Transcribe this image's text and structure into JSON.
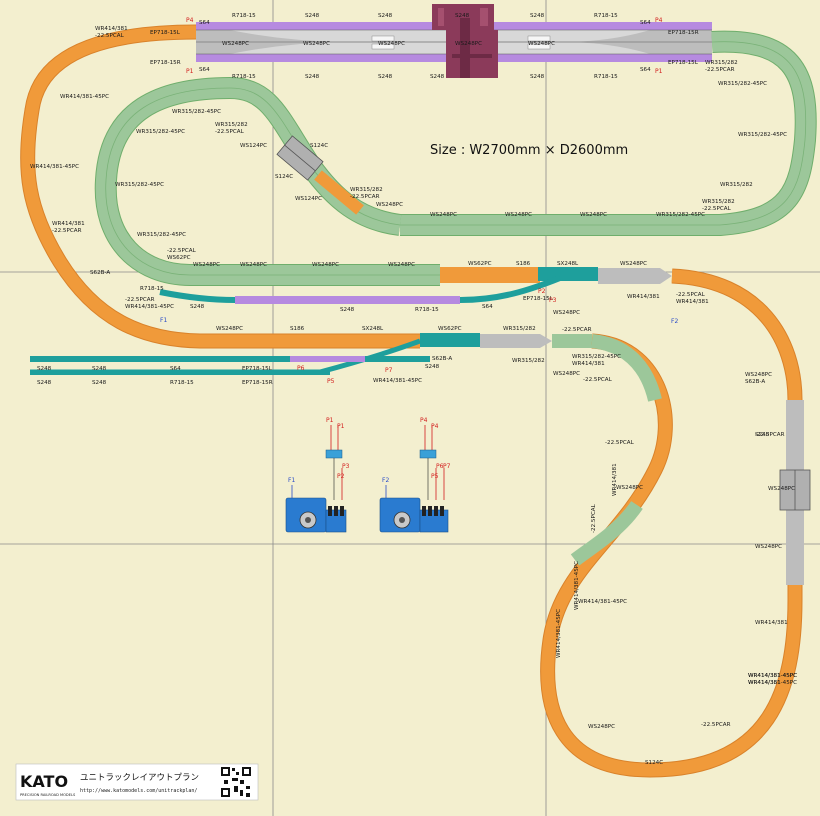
{
  "colors": {
    "background": "#f3efcf",
    "grid": "#8a8a8a",
    "curve_small": "#9cc79a",
    "curve_large": "#f09a3a",
    "straight": "#b68ae0",
    "turnout": "#1e9f9c",
    "viaduct_gray": "#bdbdbd",
    "station": "#8b3a5a",
    "feeder_red": "#d21c1c",
    "feeder_blue": "#2a4bc8"
  },
  "size_label": "Size : W2700mm × D2600mm",
  "footer": {
    "brand": "KATO",
    "brand_sub": "PRECISION RAILROAD MODELS",
    "title": "ユニトラックレイアウトプラン",
    "url": "http://www.katomodels.com/unitrackplan/",
    "qr_icon": "qr-code-icon"
  },
  "controllers": [
    {
      "name": "controller-1",
      "feeder": "F1",
      "switches": [
        "P1",
        "P1",
        "P2",
        "P3"
      ]
    },
    {
      "name": "controller-2",
      "feeder": "F2",
      "switches": [
        "P4",
        "P4",
        "P5",
        "P6",
        "P7"
      ]
    }
  ],
  "labels": [
    {
      "t": "WR414/381",
      "c": "k"
    },
    {
      "t": "-22.5PCAL",
      "c": "k"
    },
    {
      "t": "EP718-15L",
      "c": "k"
    },
    {
      "t": "P4",
      "c": "r"
    },
    {
      "t": "S64",
      "c": "k"
    },
    {
      "t": "R718-15",
      "c": "k"
    },
    {
      "t": "S248",
      "c": "k"
    },
    {
      "t": "S248",
      "c": "k"
    },
    {
      "t": "S248",
      "c": "k"
    },
    {
      "t": "S248",
      "c": "k"
    },
    {
      "t": "R718-15",
      "c": "k"
    },
    {
      "t": "S64",
      "c": "k"
    },
    {
      "t": "P4",
      "c": "r"
    },
    {
      "t": "EP718-15R",
      "c": "k"
    },
    {
      "t": "WS248PC",
      "c": "k"
    },
    {
      "t": "WS248PC",
      "c": "k"
    },
    {
      "t": "WS248PC",
      "c": "k"
    },
    {
      "t": "WS248PC",
      "c": "k"
    },
    {
      "t": "WS248PC",
      "c": "k"
    },
    {
      "t": "EP718-15R",
      "c": "k"
    },
    {
      "t": "P1",
      "c": "r"
    },
    {
      "t": "S64",
      "c": "k"
    },
    {
      "t": "R718-15",
      "c": "k"
    },
    {
      "t": "S248",
      "c": "k"
    },
    {
      "t": "S248",
      "c": "k"
    },
    {
      "t": "S248",
      "c": "k"
    },
    {
      "t": "S248",
      "c": "k"
    },
    {
      "t": "R718-15",
      "c": "k"
    },
    {
      "t": "S64",
      "c": "k"
    },
    {
      "t": "EP718-15L",
      "c": "k"
    },
    {
      "t": "P1",
      "c": "r"
    },
    {
      "t": "WR315/282",
      "c": "k"
    },
    {
      "t": "-22.5PCAR",
      "c": "k"
    },
    {
      "t": "WR315/282-45PC",
      "c": "k"
    },
    {
      "t": "WR414/381-45PC",
      "c": "k"
    },
    {
      "t": "WR315/282-45PC",
      "c": "k"
    },
    {
      "t": "WR315/282",
      "c": "k"
    },
    {
      "t": "-22.5PCAL",
      "c": "k"
    },
    {
      "t": "WS124PC",
      "c": "k"
    },
    {
      "t": "S124C",
      "c": "k"
    },
    {
      "t": "S124C",
      "c": "k"
    },
    {
      "t": "WS124PC",
      "c": "k"
    },
    {
      "t": "WR315/282-45PC",
      "c": "k"
    },
    {
      "t": "WR414/381-45PC",
      "c": "k"
    },
    {
      "t": "WR315/282-45PC",
      "c": "k"
    },
    {
      "t": "WR315/282-45PC",
      "c": "k"
    },
    {
      "t": "WR414/381",
      "c": "k"
    },
    {
      "t": "-22.5PCAR",
      "c": "k"
    },
    {
      "t": "WR315/282-45PC",
      "c": "k"
    },
    {
      "t": "WR315/282",
      "c": "k"
    },
    {
      "t": "-22.5PCAR",
      "c": "k"
    },
    {
      "t": "WR315/282",
      "c": "k"
    },
    {
      "t": "-22.5PCAL",
      "c": "k"
    },
    {
      "t": "WS248PC",
      "c": "k"
    },
    {
      "t": "WS248PC",
      "c": "k"
    },
    {
      "t": "WS248PC",
      "c": "k"
    },
    {
      "t": "WS248PC",
      "c": "k"
    },
    {
      "t": "WR315/282-45PC",
      "c": "k"
    },
    {
      "t": "WR315/282",
      "c": "k"
    },
    {
      "t": "-22.5PCAL",
      "c": "k"
    },
    {
      "t": "WS62PC",
      "c": "k"
    },
    {
      "t": "WS248PC",
      "c": "k"
    },
    {
      "t": "WS248PC",
      "c": "k"
    },
    {
      "t": "WS248PC",
      "c": "k"
    },
    {
      "t": "WS248PC",
      "c": "k"
    },
    {
      "t": "WS62PC",
      "c": "k"
    },
    {
      "t": "S186",
      "c": "k"
    },
    {
      "t": "SX248L",
      "c": "k"
    },
    {
      "t": "WS248PC",
      "c": "k"
    },
    {
      "t": "S62B-A",
      "c": "k"
    },
    {
      "t": "R718-15",
      "c": "k"
    },
    {
      "t": "S248",
      "c": "k"
    },
    {
      "t": "S248",
      "c": "k"
    },
    {
      "t": "R718-15",
      "c": "k"
    },
    {
      "t": "S64",
      "c": "k"
    },
    {
      "t": "EP718-15L",
      "c": "k"
    },
    {
      "t": "P2",
      "c": "r"
    },
    {
      "t": "P3",
      "c": "r"
    },
    {
      "t": "WR414/381",
      "c": "k"
    },
    {
      "t": "-22.5PCAL",
      "c": "k"
    },
    {
      "t": "WR414/381",
      "c": "k"
    },
    {
      "t": "-22.5PCAR",
      "c": "k"
    },
    {
      "t": "WR414/381-45PC",
      "c": "k"
    },
    {
      "t": "F1",
      "c": "b"
    },
    {
      "t": "F2",
      "c": "b"
    },
    {
      "t": "WS248PC",
      "c": "k"
    },
    {
      "t": "WS248PC",
      "c": "k"
    },
    {
      "t": "WS248PC",
      "c": "k"
    },
    {
      "t": "S186",
      "c": "k"
    },
    {
      "t": "SX248L",
      "c": "k"
    },
    {
      "t": "WS62PC",
      "c": "k"
    },
    {
      "t": "WR315/282",
      "c": "k"
    },
    {
      "t": "-22.5PCAR",
      "c": "k"
    },
    {
      "t": "WR315/282-45PC",
      "c": "k"
    },
    {
      "t": "WR414/381",
      "c": "k"
    },
    {
      "t": "-22.5PCAL",
      "c": "k"
    },
    {
      "t": "WS248PC",
      "c": "k"
    },
    {
      "t": "S62B-A",
      "c": "k"
    },
    {
      "t": "S248",
      "c": "k"
    },
    {
      "t": "S248",
      "c": "k"
    },
    {
      "t": "S248",
      "c": "k"
    },
    {
      "t": "S64",
      "c": "k"
    },
    {
      "t": "EP718-15L",
      "c": "k"
    },
    {
      "t": "P6",
      "c": "r"
    },
    {
      "t": "S62B-A",
      "c": "k"
    },
    {
      "t": "S248",
      "c": "k"
    },
    {
      "t": "S248",
      "c": "k"
    },
    {
      "t": "S248",
      "c": "k"
    },
    {
      "t": "R718-15",
      "c": "k"
    },
    {
      "t": "EP718-15R",
      "c": "k"
    },
    {
      "t": "P5",
      "c": "r"
    },
    {
      "t": "P7",
      "c": "r"
    },
    {
      "t": "WR414/381-45PC",
      "c": "k"
    },
    {
      "t": "WR315/282",
      "c": "k"
    },
    {
      "t": "-22.5PCAL",
      "c": "k"
    },
    {
      "t": "WS248PC",
      "c": "k"
    },
    {
      "t": "WR414/381",
      "c": "k"
    },
    {
      "t": "-22.5PCAL",
      "c": "k"
    },
    {
      "t": "WR414/381-45PC",
      "c": "k"
    },
    {
      "t": "WR414/381-45PC",
      "c": "k"
    },
    {
      "t": "WR414/381-45PC",
      "c": "k"
    },
    {
      "t": "WS248PC",
      "c": "k"
    },
    {
      "t": "S124C",
      "c": "k"
    },
    {
      "t": "WS248PC",
      "c": "k"
    },
    {
      "t": "WS248PC",
      "c": "k"
    },
    {
      "t": "WR414/381",
      "c": "k"
    },
    {
      "t": "-22.5PCAR",
      "c": "k"
    },
    {
      "t": "WR414/381-45PC",
      "c": "k"
    },
    {
      "t": "WR414/381",
      "c": "k"
    },
    {
      "t": "-22.5PCAR",
      "c": "k"
    },
    {
      "t": "WR414/381-45PC",
      "c": "k"
    },
    {
      "t": "WR414/381-45PC",
      "c": "k"
    }
  ]
}
